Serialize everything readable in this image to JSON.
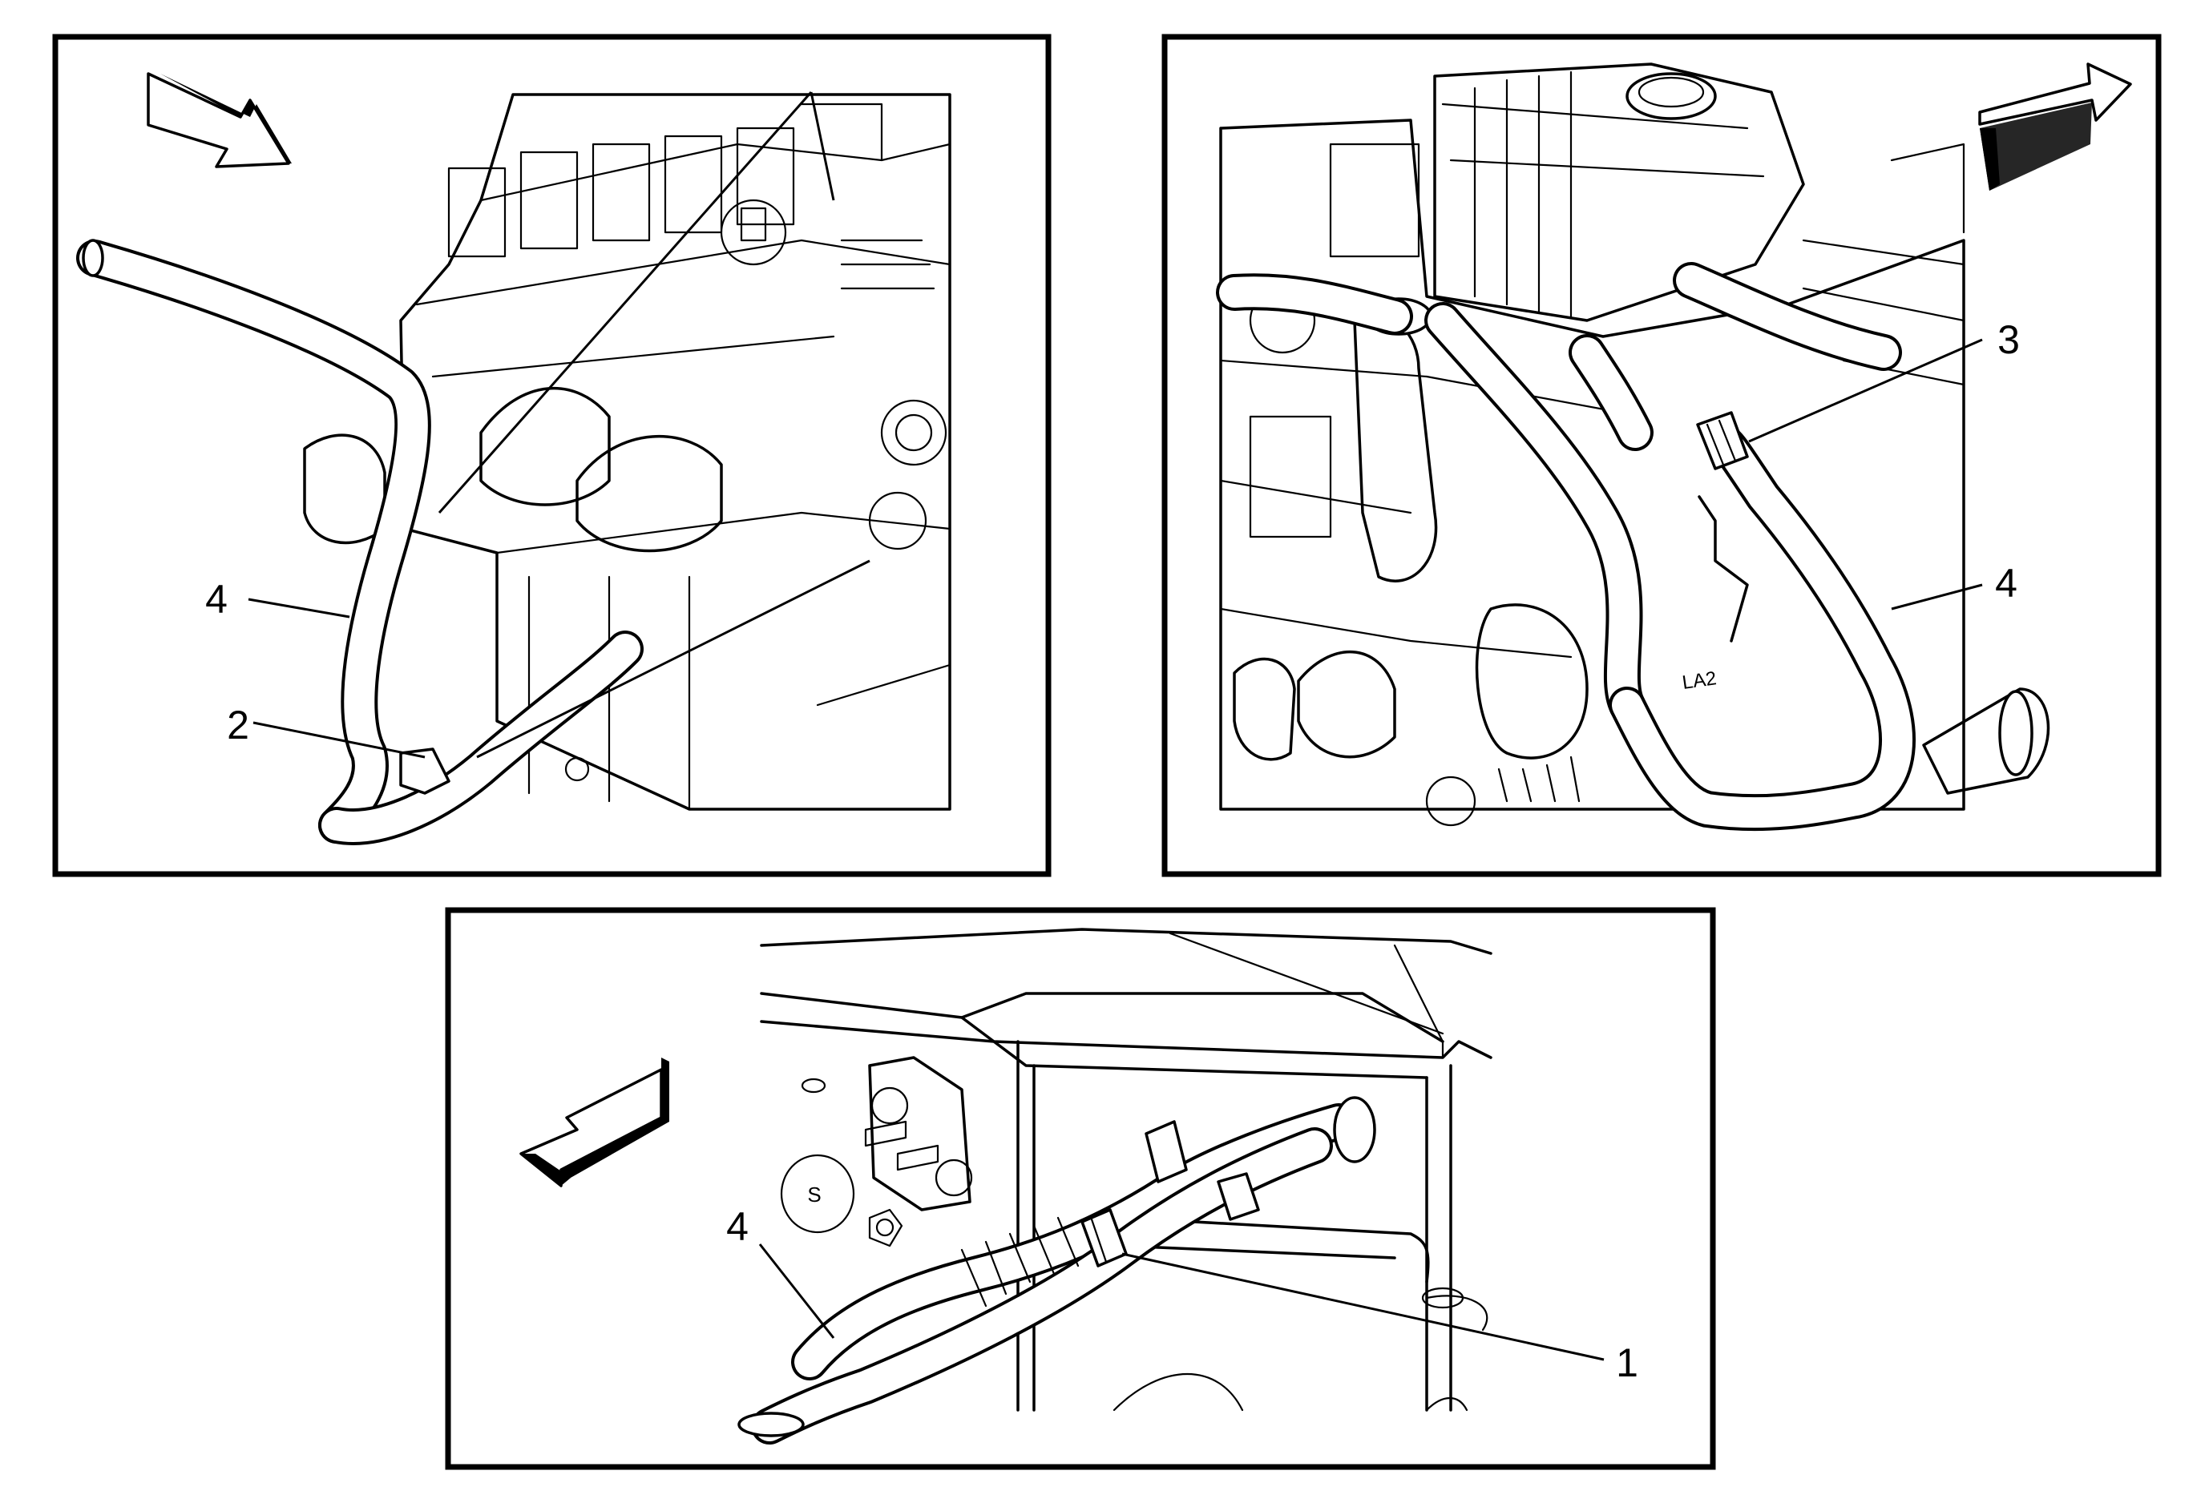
{
  "panels": [
    {
      "id": "top-left",
      "view_arrow": "down-right",
      "callouts": [
        "4",
        "2"
      ]
    },
    {
      "id": "top-right",
      "view_arrow": "up-right",
      "callouts": [
        "3",
        "4"
      ]
    },
    {
      "id": "bottom",
      "view_arrow": "down-left",
      "callouts": [
        "4",
        "1"
      ]
    }
  ],
  "stamped_text": {
    "engine_marking": "LA2",
    "grommet_marking": "S"
  }
}
